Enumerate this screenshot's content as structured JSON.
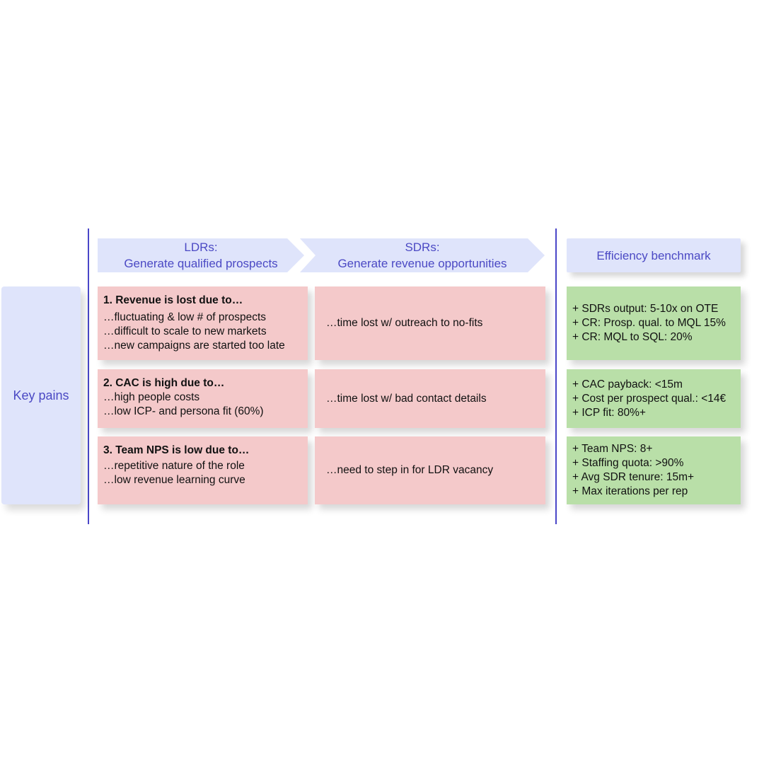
{
  "headers": {
    "ldr_line1": "LDRs:",
    "ldr_line2": "Generate qualified prospects",
    "sdr_line1": "SDRs:",
    "sdr_line2": "Generate revenue opportunities",
    "benchmark": "Efficiency benchmark"
  },
  "row_label": "Key pains",
  "rows": [
    {
      "ldr_title": "1. Revenue is lost due to…",
      "ldr_lines": [
        "…fluctuating & low # of prospects",
        "…difficult to scale to new markets",
        "…new campaigns are started too late"
      ],
      "sdr_text": "…time lost w/ outreach to no-fits",
      "benchmark_lines": [
        "+ SDRs output: 5-10x on OTE",
        "+ CR: Prosp. qual. to MQL 15%",
        "+ CR: MQL to SQL: 20%"
      ]
    },
    {
      "ldr_title": "2. CAC is high due to…",
      "ldr_lines": [
        "…high people costs",
        "…low ICP- and persona fit (60%)"
      ],
      "sdr_text": "…time lost w/ bad contact details",
      "benchmark_lines": [
        "+ CAC payback: <15m",
        "+ Cost per prospect qual.: <14€",
        "+ ICP fit: 80%+"
      ]
    },
    {
      "ldr_title": "3. Team NPS is low due to…",
      "ldr_lines": [
        "…repetitive nature of the role",
        "…low revenue learning curve"
      ],
      "sdr_text": "…need to step in for LDR vacancy",
      "benchmark_lines": [
        "+ Team NPS: 8+",
        "+ Staffing quota: >90%",
        "+ Avg SDR tenure: 15m+",
        "+ Max iterations per rep"
      ]
    }
  ]
}
